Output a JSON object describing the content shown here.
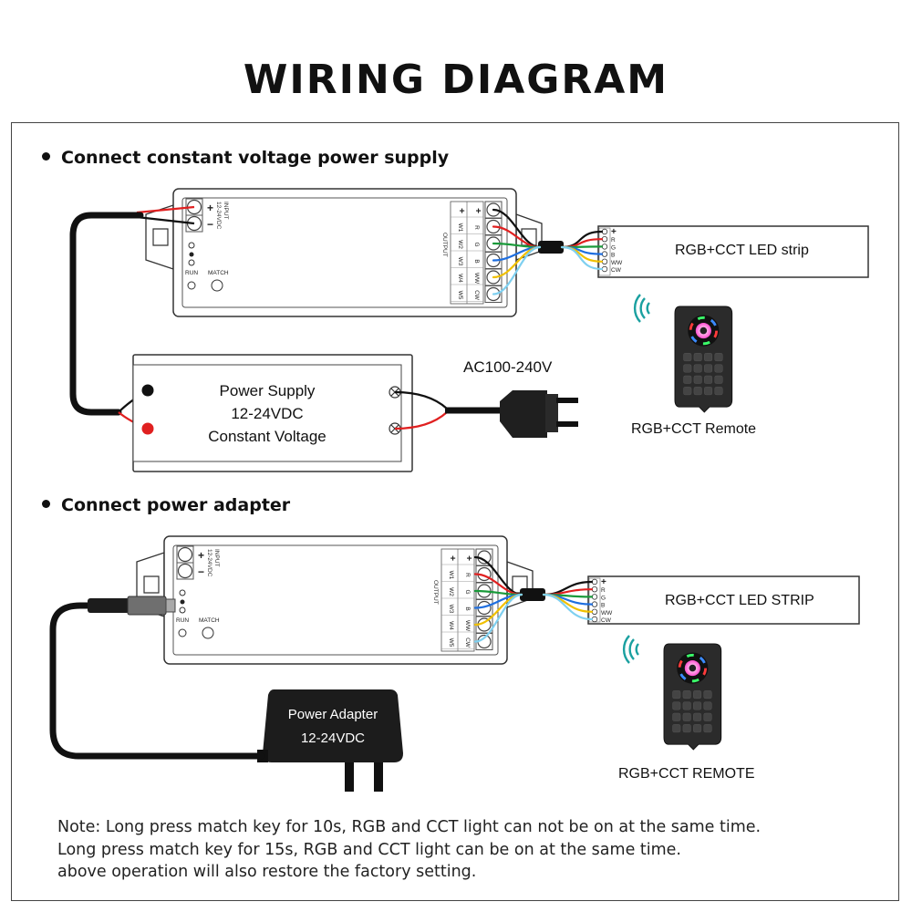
{
  "title": "WIRING DIAGRAM",
  "section1": {
    "heading": "Connect constant voltage power supply",
    "strip_label": "RGB+CCT LED strip",
    "remote_label": "RGB+CCT Remote",
    "ac_label": "AC100-240V",
    "psu_lines": [
      "Power Supply",
      "12-24VDC",
      "Constant Voltage"
    ]
  },
  "section2": {
    "heading": "Connect power adapter",
    "strip_label": "RGB+CCT LED STRIP",
    "remote_label": "RGB+CCT REMOTE",
    "adapter_lines": [
      "Power Adapter",
      "12-24VDC"
    ]
  },
  "controller": {
    "input_text": [
      "INPUT",
      "12-24VDC"
    ],
    "input_signs": [
      "+",
      "−"
    ],
    "output_text": "OUTPUT",
    "output_col1": [
      "+",
      "W1",
      "W2",
      "W3",
      "W4",
      "W5"
    ],
    "output_col2": [
      "+",
      "R",
      "G",
      "B",
      "WW",
      "CW"
    ],
    "run_label": "RUN",
    "match_label": "MATCH"
  },
  "strip_pins": [
    "+",
    "R",
    "G",
    "B",
    "WW",
    "CW"
  ],
  "wire_colors": {
    "v": "#111111",
    "r": "#e02020",
    "g": "#1a9a3a",
    "b": "#1f6fe0",
    "ww": "#f0c000",
    "cw": "#7fd0f0"
  },
  "notes": [
    "Note: Long press match key for 10s, RGB and CCT light can not be on at the same time.",
    "Long press match key for 15s, RGB and CCT light can be on at the same time.",
    "above operation will also restore the factory setting."
  ]
}
